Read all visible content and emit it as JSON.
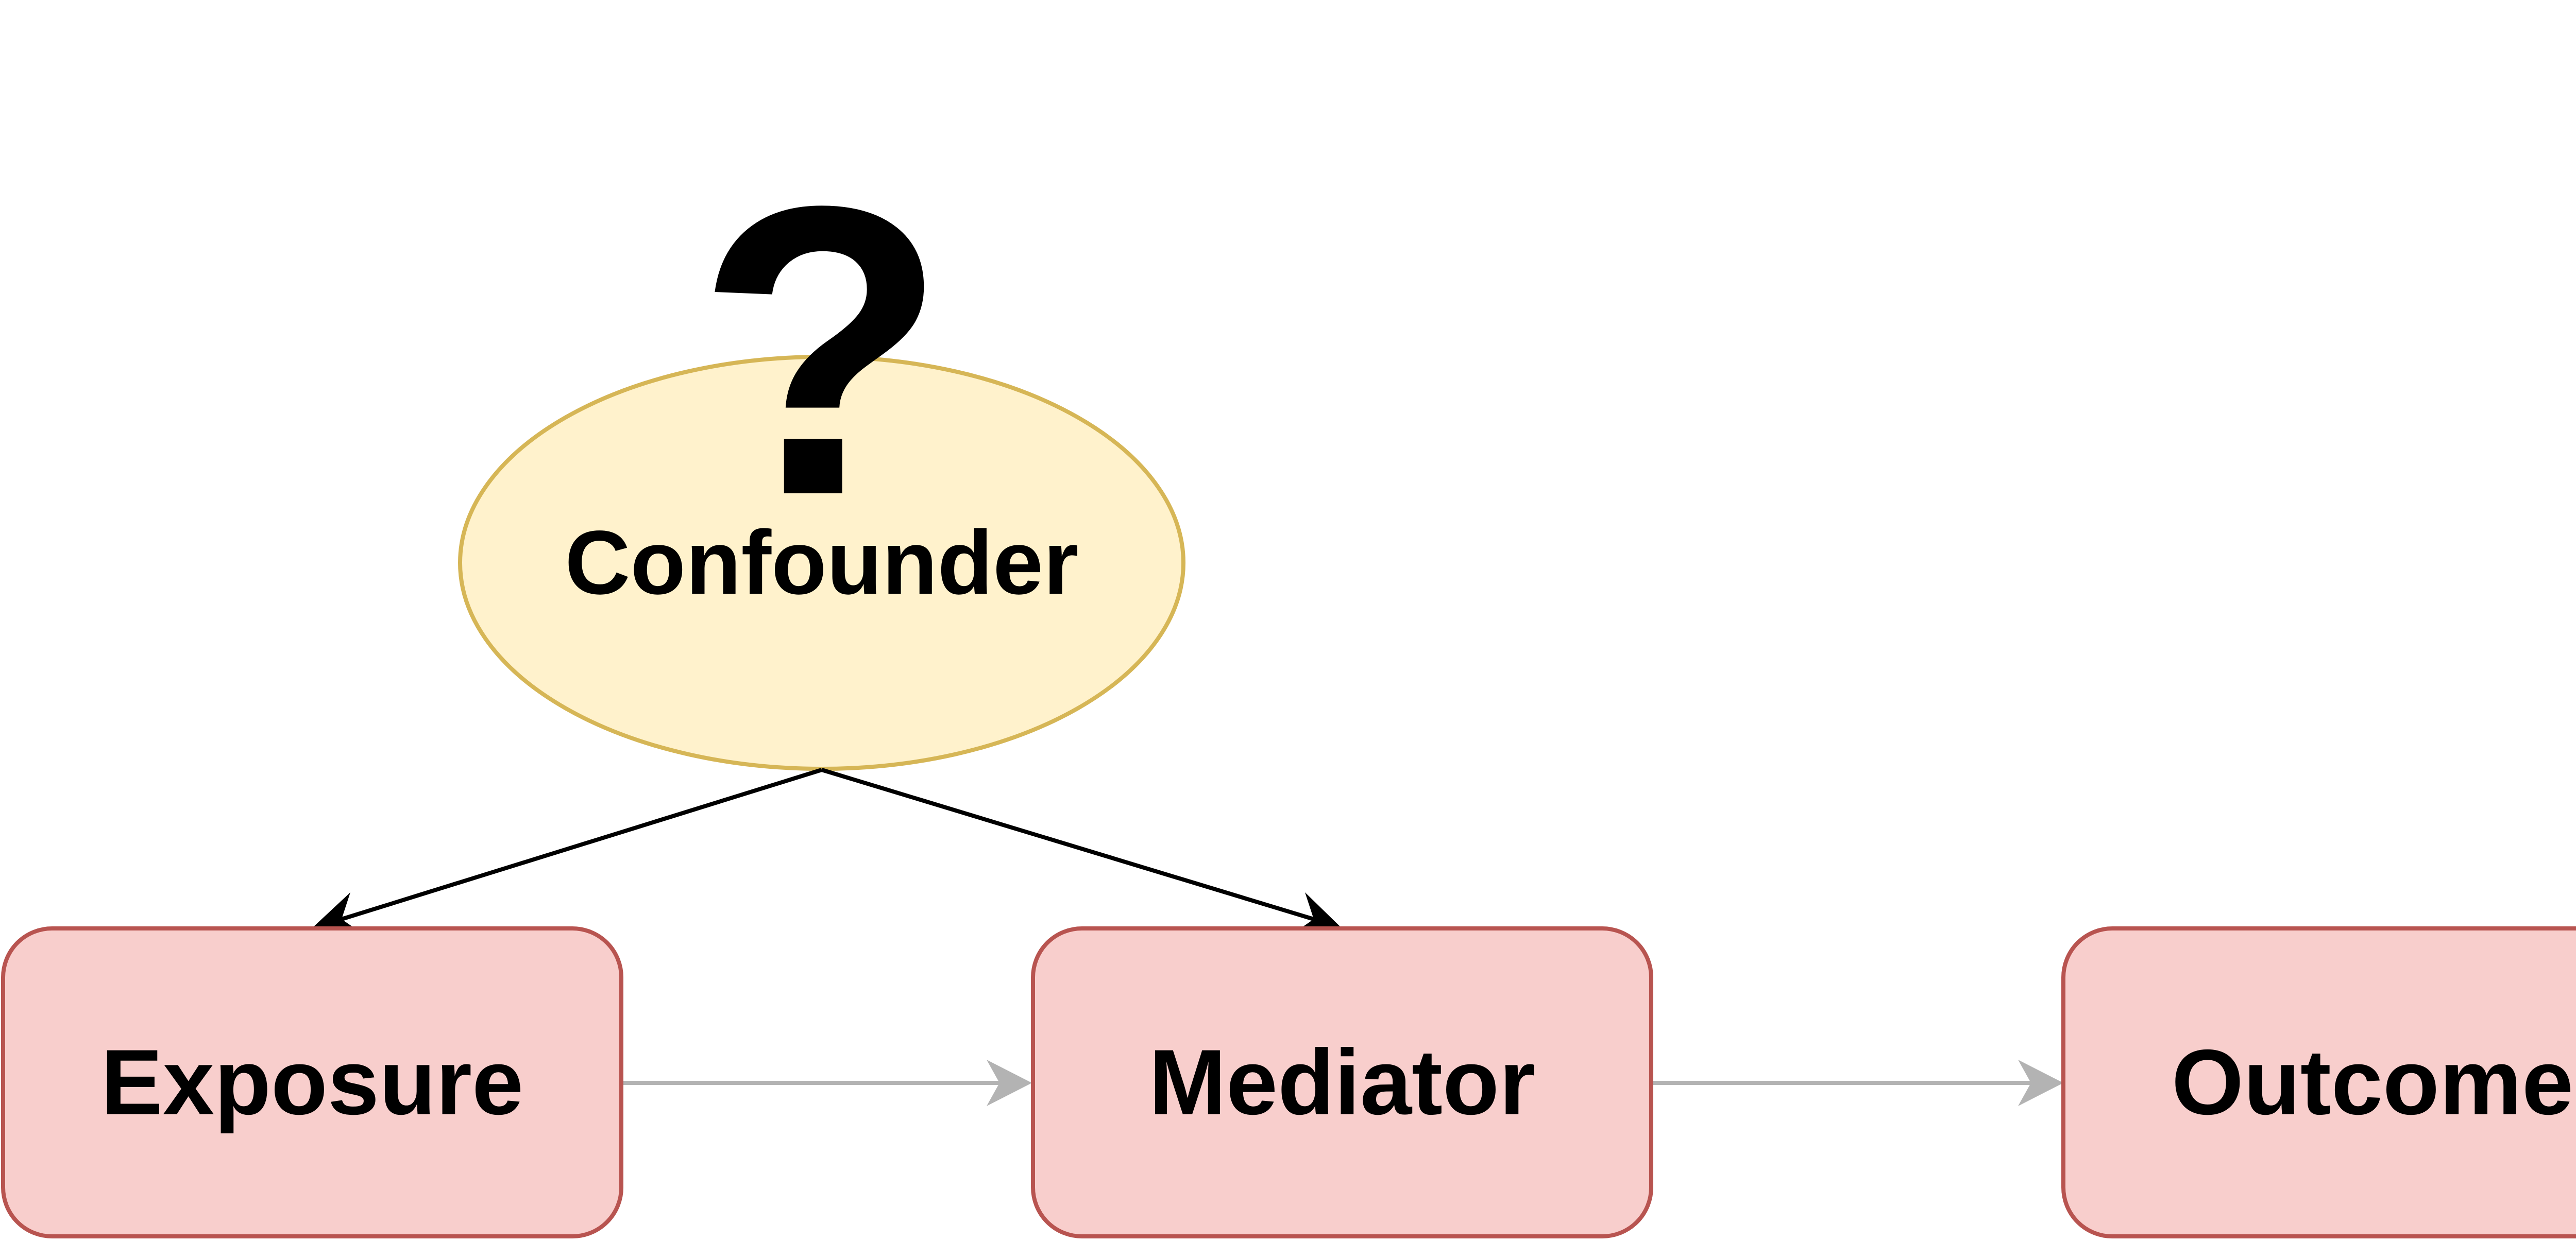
{
  "diagram": {
    "confounder": {
      "label": "Confounder",
      "mark": "?",
      "fill": "#fff2cc",
      "stroke": "#d6b656"
    },
    "nodes": [
      {
        "id": "exposure",
        "label": "Exposure"
      },
      {
        "id": "mediator",
        "label": "Mediator"
      },
      {
        "id": "outcome",
        "label": "Outcome"
      }
    ],
    "node_style": {
      "fill": "#f8cecc",
      "stroke": "#b85450"
    },
    "edges": [
      {
        "from": "confounder",
        "to": "exposure",
        "color": "#000000"
      },
      {
        "from": "confounder",
        "to": "mediator",
        "color": "#000000"
      },
      {
        "from": "exposure",
        "to": "mediator",
        "color": "#b3b3b3"
      },
      {
        "from": "mediator",
        "to": "outcome",
        "color": "#b3b3b3"
      }
    ]
  }
}
